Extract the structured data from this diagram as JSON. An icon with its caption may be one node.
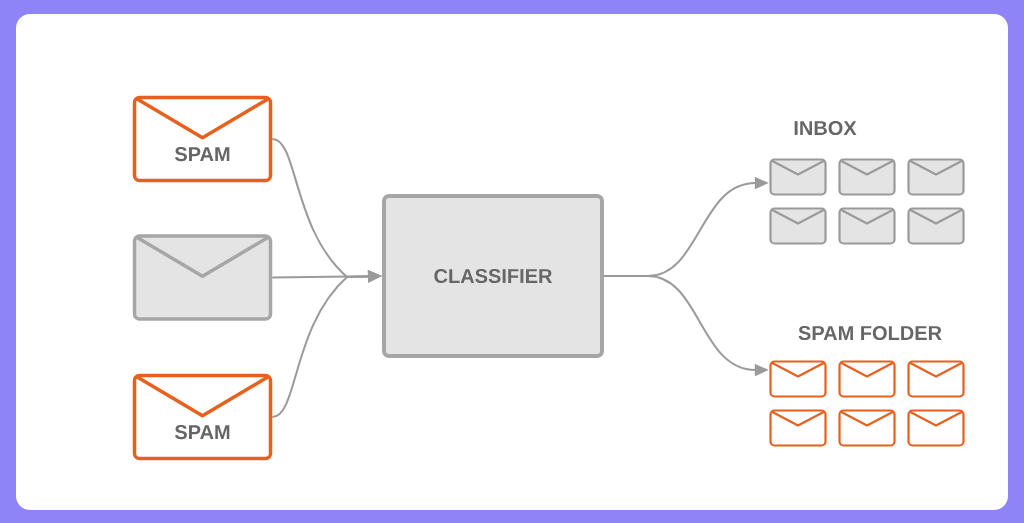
{
  "diagram": {
    "nodes": [
      {
        "text": [
          "SPAM"
        ]
      },
      {
        "text": [],
        "shape": "envelope"
      },
      {
        "text": [
          "SPAM"
        ]
      },
      {
        "text": [
          "CLASSIFIER"
        ]
      },
      {
        "text": [
          "INBOX"
        ]
      },
      {
        "text": [],
        "shape": "envelope",
        "in": 4
      },
      {
        "text": [],
        "shape": "envelope",
        "in": 4
      },
      {
        "text": [],
        "shape": "envelope",
        "in": 4
      },
      {
        "text": [],
        "shape": "envelope",
        "in": 4
      },
      {
        "text": [],
        "shape": "envelope",
        "in": 4
      },
      {
        "text": [],
        "shape": "envelope",
        "in": 4
      },
      {
        "text": [
          "SPAM FOLDER"
        ]
      },
      {
        "text": [],
        "shape": "envelope",
        "in": 11
      },
      {
        "text": [],
        "shape": "envelope",
        "in": 11
      },
      {
        "text": [],
        "shape": "envelope",
        "in": 11
      },
      {
        "text": [],
        "shape": "envelope",
        "in": 11
      },
      {
        "text": [],
        "shape": "envelope",
        "in": 11
      },
      {
        "text": [],
        "shape": "envelope",
        "in": 11
      }
    ],
    "edges": [
      {
        "from": 0,
        "to": 3,
        "arrow": "to"
      },
      {
        "from": 1,
        "to": 3,
        "arrow": "to"
      },
      {
        "from": 2,
        "to": 3,
        "arrow": "to"
      },
      {
        "from": 3,
        "to": 4,
        "arrow": "to"
      },
      {
        "from": 3,
        "to": 11,
        "arrow": "to"
      }
    ]
  }
}
